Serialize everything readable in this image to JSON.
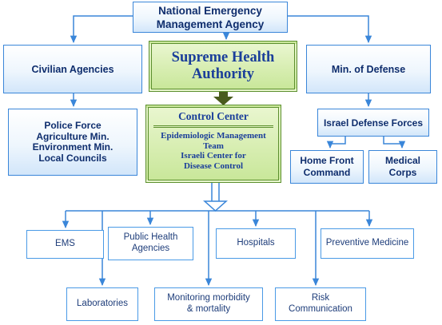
{
  "top": {
    "line1": "National Emergency",
    "line2": "Management Agency"
  },
  "civilian": {
    "label": "Civilian Agencies"
  },
  "civilian_list": {
    "items": [
      "Police Force",
      "Agriculture Min.",
      "Environment Min.",
      "Local Councils"
    ]
  },
  "supreme": {
    "line1": "Supreme Health",
    "line2": "Authority"
  },
  "control": {
    "title": "Control Center",
    "items": [
      "Epidemiologic Management",
      "Team",
      "Israeli Center for",
      "Disease Control"
    ]
  },
  "defense": {
    "label": "Min. of Defense"
  },
  "idf": {
    "label": "Israel Defense Forces"
  },
  "home_front": {
    "line1": "Home Front",
    "line2": "Command"
  },
  "medical": {
    "line1": "Medical",
    "line2": "Corps"
  },
  "services": {
    "ems": "EMS",
    "public_health": {
      "line1": "Public Health",
      "line2": "Agencies"
    },
    "hospitals": "Hospitals",
    "preventive": "Preventive Medicine",
    "laboratories": "Laboratories",
    "monitoring": {
      "line1": "Monitoring morbidity",
      "line2": "& mortality"
    },
    "risk": {
      "line1": "Risk",
      "line2": "Communication"
    }
  },
  "colors": {
    "line": "#3a86d9",
    "green_border": "#5c8f2e",
    "dark_arrow": "#4a5b1e",
    "text": "#0e2d6d"
  }
}
